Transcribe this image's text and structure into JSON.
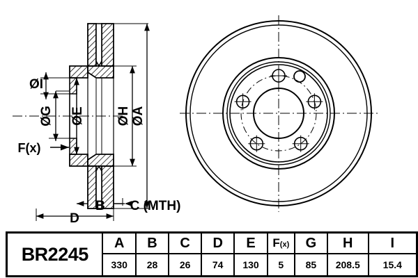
{
  "drawing": {
    "title": "Brake Disc Technical Drawing",
    "section_view": {
      "name": "cross-section-view",
      "dimension_labels": [
        {
          "id": "I",
          "text": "ØI",
          "orientation": "horizontal"
        },
        {
          "id": "G",
          "text": "ØG",
          "orientation": "vertical"
        },
        {
          "id": "E",
          "text": "ØE",
          "orientation": "vertical"
        },
        {
          "id": "H",
          "text": "ØH",
          "orientation": "vertical"
        },
        {
          "id": "A",
          "text": "ØA",
          "orientation": "vertical"
        },
        {
          "id": "F",
          "text": "F(x)",
          "orientation": "horizontal"
        },
        {
          "id": "B",
          "text": "B",
          "orientation": "horizontal"
        },
        {
          "id": "C",
          "text": "C (MTH)",
          "orientation": "horizontal"
        },
        {
          "id": "D",
          "text": "D",
          "orientation": "horizontal"
        }
      ]
    },
    "front_view": {
      "name": "front-face-view",
      "bolt_holes": 5,
      "pilot_holes": 1
    }
  },
  "spec_table": {
    "part_number": "BR2245",
    "headers": [
      "A",
      "B",
      "C",
      "D",
      "E",
      "F(x)",
      "G",
      "H",
      "I"
    ],
    "fx_header": {
      "main": "F",
      "sub": "(x)"
    },
    "values": [
      "330",
      "28",
      "26",
      "74",
      "130",
      "5",
      "85",
      "208.5",
      "15.4"
    ]
  },
  "colors": {
    "line": "#000000",
    "background": "#ffffff"
  }
}
